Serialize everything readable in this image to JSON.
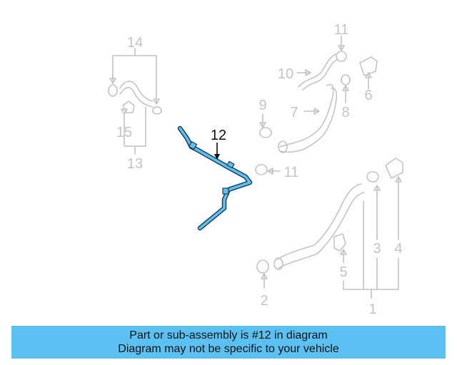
{
  "diagram": {
    "highlight_color": "#5bc1f2",
    "callouts": {
      "c1": "1",
      "c2": "2",
      "c3": "3",
      "c4": "4",
      "c5": "5",
      "c6": "6",
      "c7": "7",
      "c8": "8",
      "c9": "9",
      "c10": "10",
      "c11a": "11",
      "c11b": "11",
      "c12": "12",
      "c13": "13",
      "c14": "14",
      "c15": "15"
    }
  },
  "banner": {
    "line1": "Part or sub-assembly is #12 in diagram",
    "line2": "Diagram may not be specific to your vehicle",
    "color": "#5bc1f2"
  }
}
